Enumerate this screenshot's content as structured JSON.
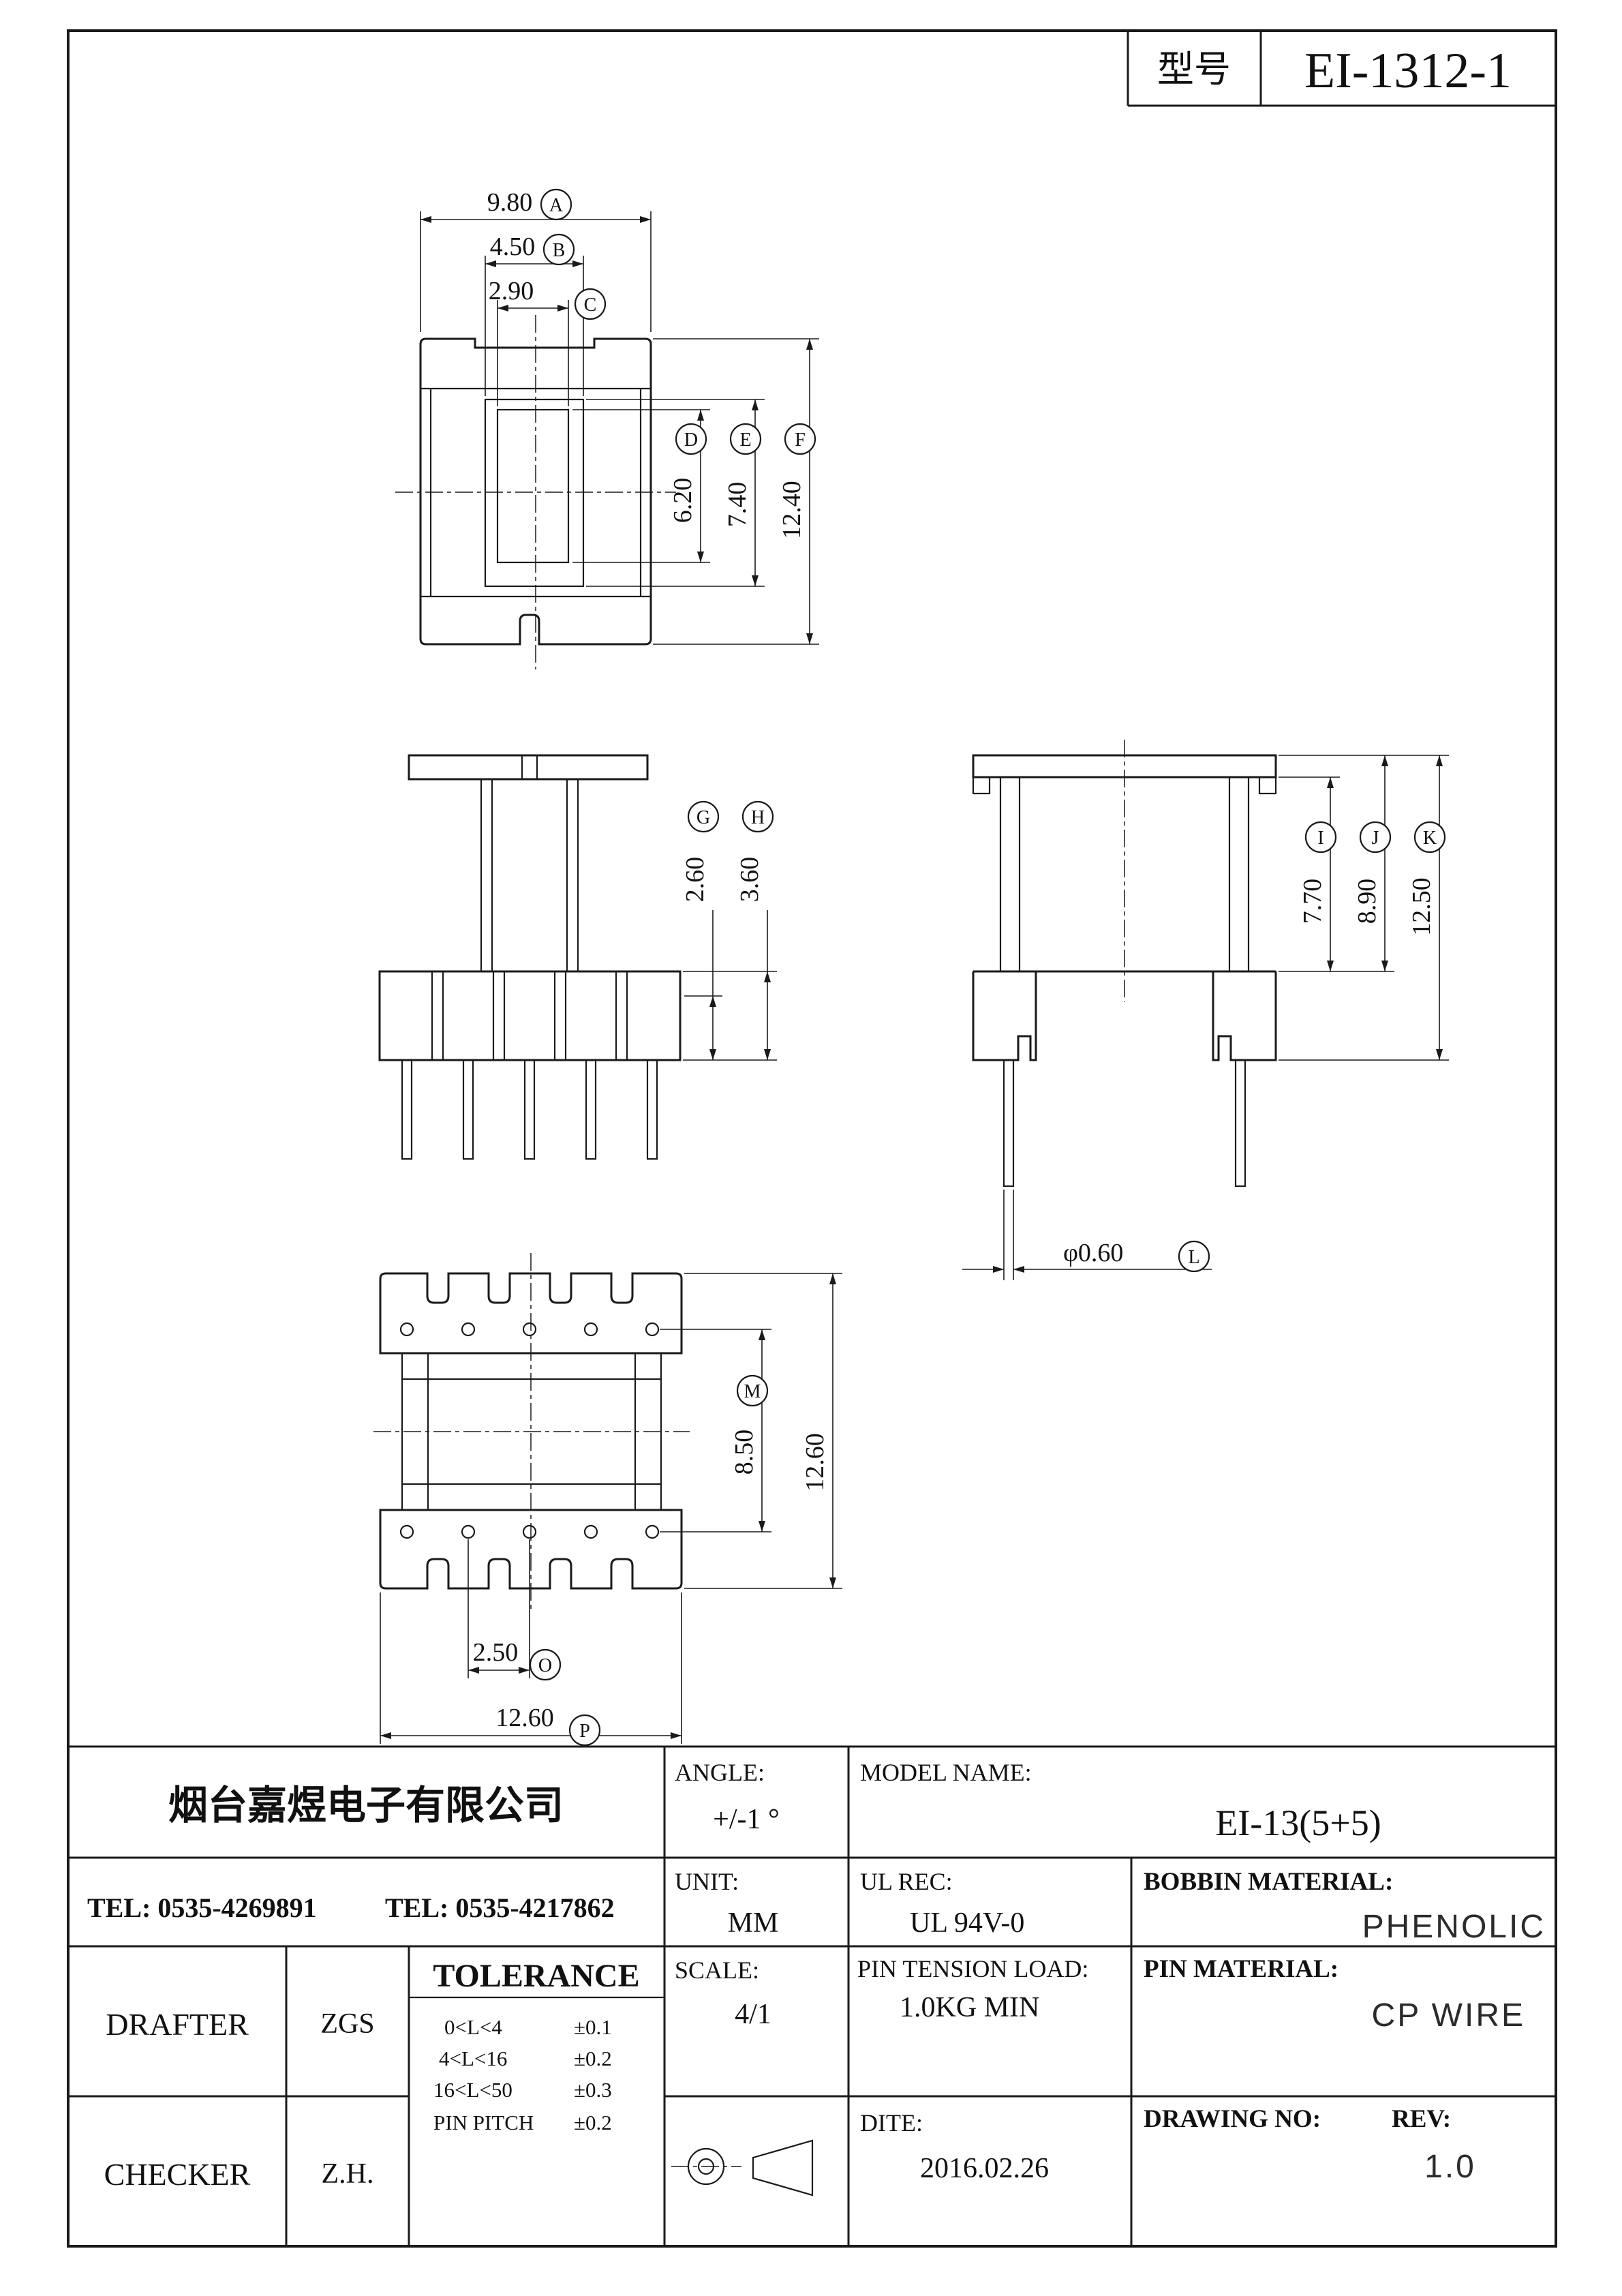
{
  "title_block": {
    "model_label": "型号",
    "model_value": "EI-1312-1"
  },
  "dims": {
    "a": {
      "value": "9.80",
      "ref": "A"
    },
    "b": {
      "value": "4.50",
      "ref": "B"
    },
    "c": {
      "value": "2.90",
      "ref": "C"
    },
    "d": {
      "value": "6.20",
      "ref": "D"
    },
    "e": {
      "value": "7.40",
      "ref": "E"
    },
    "f": {
      "value": "12.40",
      "ref": "F"
    },
    "g": {
      "value": "2.60",
      "ref": "G"
    },
    "h": {
      "value": "3.60",
      "ref": "H"
    },
    "i": {
      "value": "7.70",
      "ref": "I"
    },
    "j": {
      "value": "8.90",
      "ref": "J"
    },
    "k": {
      "value": "12.50",
      "ref": "K"
    },
    "l": {
      "value": "φ0.60",
      "ref": "L"
    },
    "m": {
      "value": "8.50",
      "ref": "M"
    },
    "n": {
      "value": "12.60"
    },
    "o": {
      "value": "2.50",
      "ref": "O"
    },
    "p": {
      "value": "12.60",
      "ref": "P"
    }
  },
  "info": {
    "company": "烟台嘉煜电子有限公司",
    "tel_1": "TEL: 0535-4269891",
    "tel_2": "TEL: 0535-4217862",
    "drafter_label": "DRAFTER",
    "drafter_value": "ZGS",
    "checker_label": "CHECKER",
    "checker_value": "Z.H.",
    "tolerance_title": "TOLERANCE",
    "tolerance_rows": [
      {
        "range": "0<L<4",
        "tol": "±0.1"
      },
      {
        "range": "4<L<16",
        "tol": "±0.2"
      },
      {
        "range": "16<L<50",
        "tol": "±0.3"
      },
      {
        "range": "PIN PITCH",
        "tol": "±0.2"
      }
    ],
    "angle_label": "ANGLE:",
    "angle_value": "+/-1 °",
    "unit_label": "UNIT:",
    "unit_value": "MM",
    "scale_label": "SCALE:",
    "scale_value": "4/1",
    "model_name_label": "MODEL NAME:",
    "model_name_value": "EI-13(5+5)",
    "ul_rec_label": "UL REC:",
    "ul_rec_value": "UL 94V-0",
    "pin_tension_label": "PIN TENSION LOAD:",
    "pin_tension_value": "1.0KG MIN",
    "date_label": "DITE:",
    "date_value": "2016.02.26",
    "bobbin_material_label": "BOBBIN MATERIAL:",
    "bobbin_material_value": "PHENOLIC",
    "pin_material_label": "PIN MATERIAL:",
    "pin_material_value": "CP WIRE",
    "drawing_no_label": "DRAWING NO:",
    "rev_label": "REV:",
    "rev_value": "1.0"
  }
}
